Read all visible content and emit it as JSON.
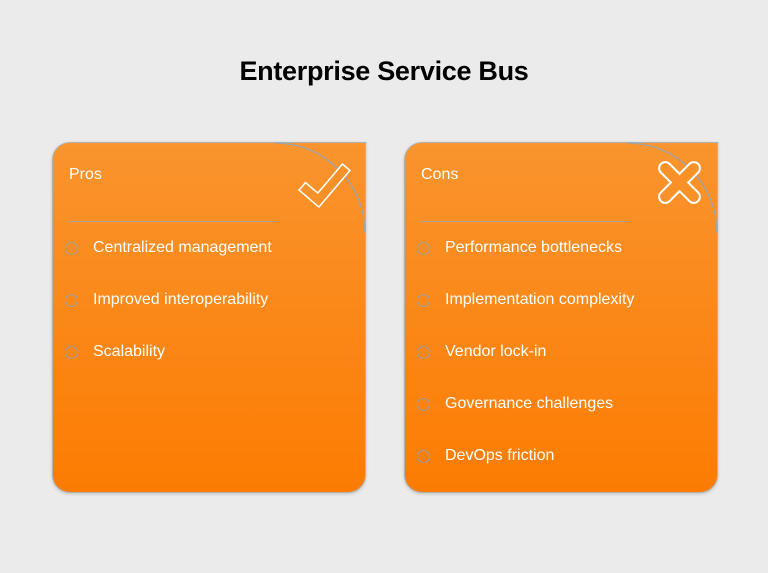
{
  "title": "Enterprise Service Bus",
  "colors": {
    "background": "#ebebeb",
    "card_gradient_top": "#f9942e",
    "card_gradient_bottom": "#fc7c02",
    "title_text": "#000000",
    "card_text": "#ffffff",
    "stroke_gray": "#a3a3a3",
    "bullet_stroke": "#9e9e9e",
    "icon_stroke": "#ffffff"
  },
  "cards": [
    {
      "label": "Pros",
      "icon": "check-icon",
      "items": [
        "Centralized management",
        "Improved interoperability",
        "Scalability"
      ]
    },
    {
      "label": "Cons",
      "icon": "cross-icon",
      "items": [
        "Performance bottlenecks",
        "Implementation complexity",
        "Vendor lock-in",
        "Governance challenges",
        "DevOps friction"
      ]
    }
  ]
}
